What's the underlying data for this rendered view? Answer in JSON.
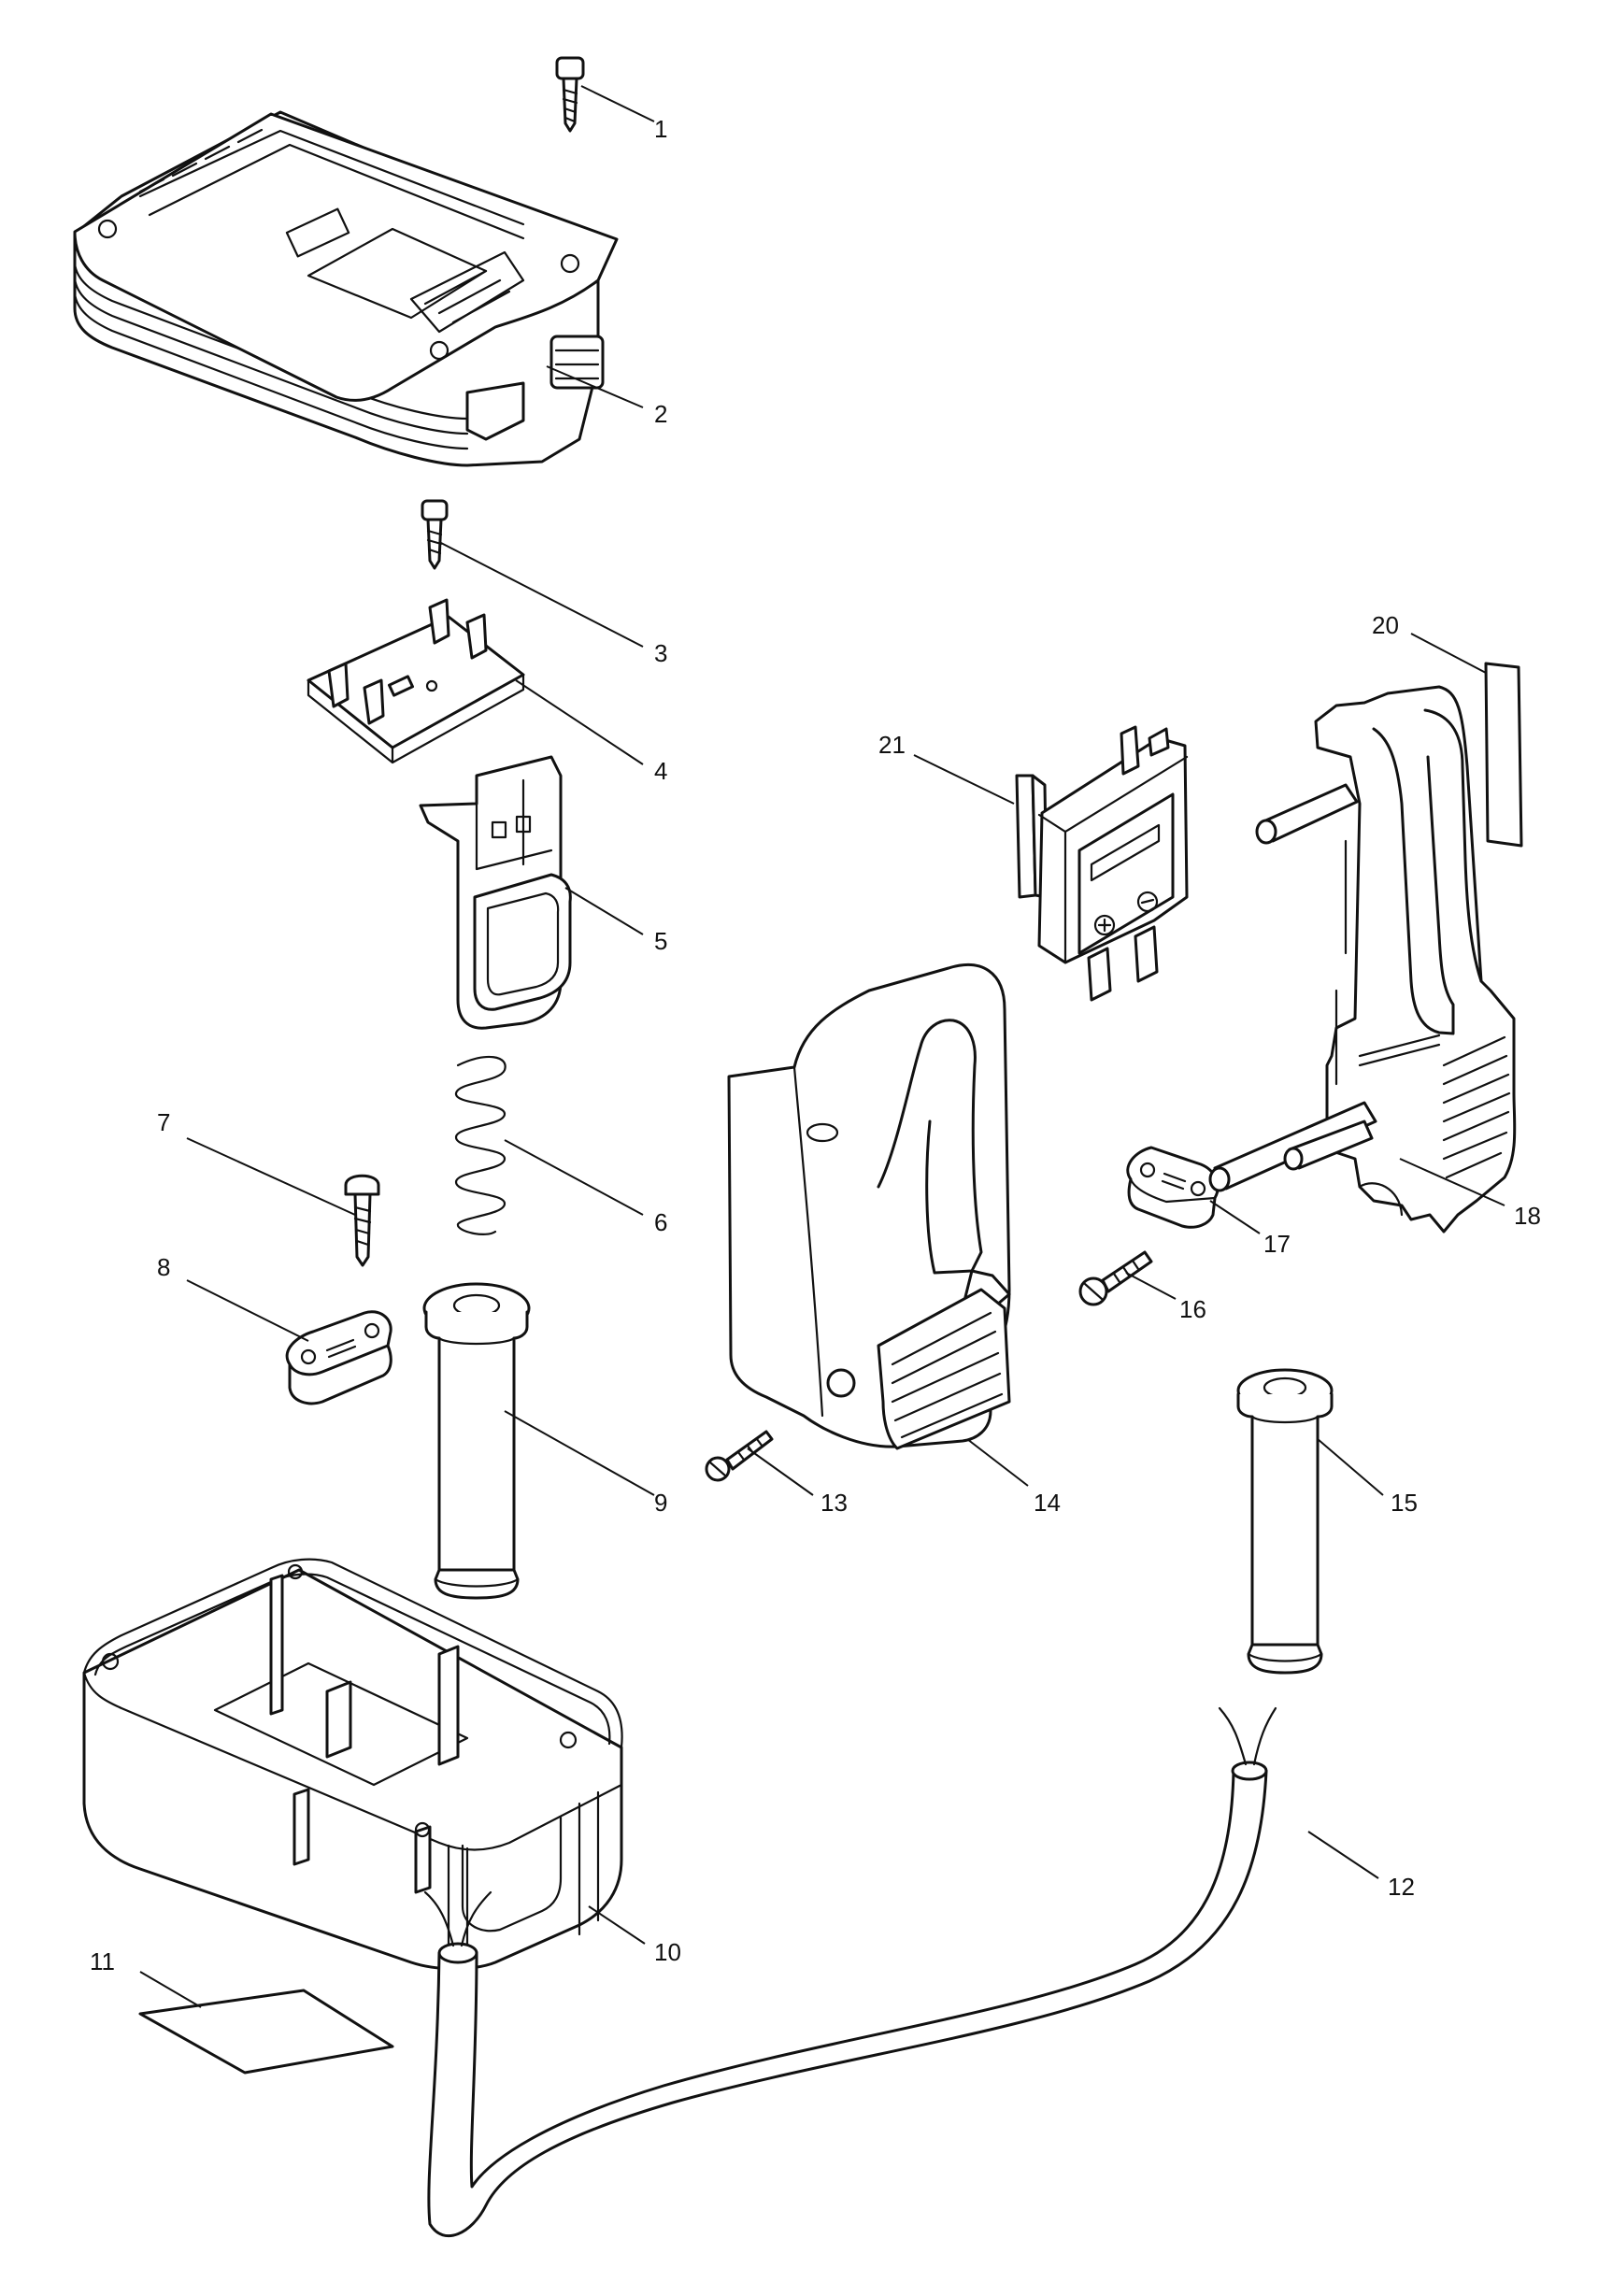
{
  "callouts": {
    "1": "1",
    "2": "2",
    "3": "3",
    "4": "4",
    "5": "5",
    "6": "6",
    "7": "7",
    "8": "8",
    "9": "9",
    "10": "10",
    "11": "11",
    "12": "12",
    "13": "13",
    "14": "14",
    "15": "15",
    "16": "16",
    "17": "17",
    "18": "18",
    "20": "20",
    "21": "21"
  }
}
